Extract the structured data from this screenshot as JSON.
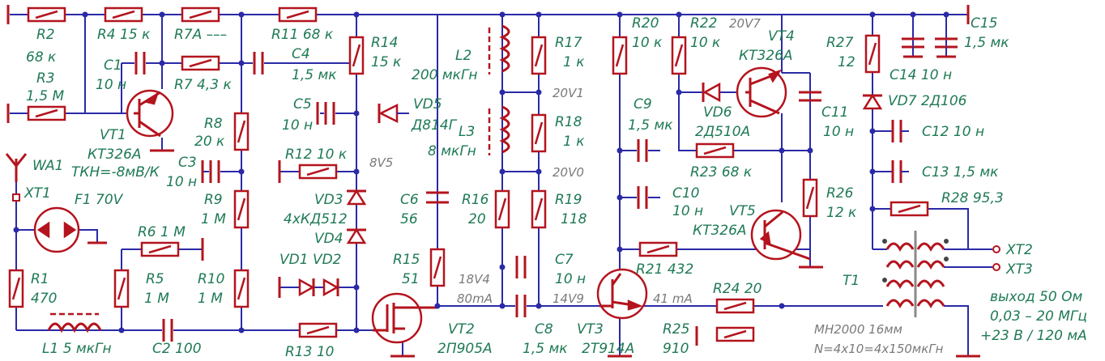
{
  "labels": [
    {
      "id": "R2",
      "t": "R2"
    },
    {
      "id": "R2v",
      "t": "68 к"
    },
    {
      "id": "R3",
      "t": "R3"
    },
    {
      "id": "R3v",
      "t": "1,5 М"
    },
    {
      "id": "R4",
      "t": "R4  15 к"
    },
    {
      "id": "R7A",
      "t": "R7A –––"
    },
    {
      "id": "R11",
      "t": "R11 68 к"
    },
    {
      "id": "C1",
      "t": "C1"
    },
    {
      "id": "C1v",
      "t": "10 н"
    },
    {
      "id": "R7",
      "t": "R7 4,3 к"
    },
    {
      "id": "C4",
      "t": "C4"
    },
    {
      "id": "C4v",
      "t": "1,5 мк"
    },
    {
      "id": "R8",
      "t": "R8"
    },
    {
      "id": "R8v",
      "t": "20 к"
    },
    {
      "id": "VT1",
      "t": "VT1"
    },
    {
      "id": "VT1v",
      "t": "КТ326А"
    },
    {
      "id": "TKN",
      "t": "ТКН=-8мВ/К"
    },
    {
      "id": "C3",
      "t": "C3"
    },
    {
      "id": "C3v",
      "t": "10 н"
    },
    {
      "id": "WA1",
      "t": "WA1"
    },
    {
      "id": "XT1",
      "t": "XT1"
    },
    {
      "id": "F1",
      "t": "F1  70V"
    },
    {
      "id": "R9",
      "t": "R9"
    },
    {
      "id": "R9v",
      "t": "1 М"
    },
    {
      "id": "R6",
      "t": "R6 1 М"
    },
    {
      "id": "R1",
      "t": "R1"
    },
    {
      "id": "R1v",
      "t": "470"
    },
    {
      "id": "R5",
      "t": "R5"
    },
    {
      "id": "R5v",
      "t": "1 М"
    },
    {
      "id": "R10",
      "t": "R10"
    },
    {
      "id": "R10v",
      "t": "1 М"
    },
    {
      "id": "L1",
      "t": "L1  5 мкГн"
    },
    {
      "id": "C2",
      "t": "C2 100"
    },
    {
      "id": "R13",
      "t": "R13 10"
    },
    {
      "id": "R14",
      "t": "R14"
    },
    {
      "id": "R14v",
      "t": "15 к"
    },
    {
      "id": "C5",
      "t": "C5"
    },
    {
      "id": "C5v",
      "t": "10 н"
    },
    {
      "id": "VD5",
      "t": "VD5"
    },
    {
      "id": "VD5v",
      "t": "Д814Г"
    },
    {
      "id": "R12",
      "t": "R12  10 к"
    },
    {
      "id": "VD3",
      "t": "VD3"
    },
    {
      "id": "VD34",
      "t": "4хКД512"
    },
    {
      "id": "VD4",
      "t": "VD4"
    },
    {
      "id": "VD12",
      "t": "VD1  VD2"
    },
    {
      "id": "L2",
      "t": "L2"
    },
    {
      "id": "L2v",
      "t": "200 мкГн"
    },
    {
      "id": "L3",
      "t": "L3"
    },
    {
      "id": "L3v",
      "t": "8 мкГн"
    },
    {
      "id": "R17",
      "t": "R17"
    },
    {
      "id": "R17v",
      "t": "1 к"
    },
    {
      "id": "R18",
      "t": "R18"
    },
    {
      "id": "R18v",
      "t": "1 к"
    },
    {
      "id": "C6",
      "t": "C6"
    },
    {
      "id": "C6v",
      "t": "56"
    },
    {
      "id": "R16",
      "t": "R16"
    },
    {
      "id": "R16v",
      "t": "20"
    },
    {
      "id": "R19",
      "t": "R19"
    },
    {
      "id": "R19v",
      "t": "118"
    },
    {
      "id": "R15",
      "t": "R15"
    },
    {
      "id": "R15v",
      "t": "51"
    },
    {
      "id": "C7",
      "t": "C7"
    },
    {
      "id": "C7v",
      "t": "10 н"
    },
    {
      "id": "C8",
      "t": "C8"
    },
    {
      "id": "C8v",
      "t": "1,5 мк"
    },
    {
      "id": "VT2",
      "t": "VT2"
    },
    {
      "id": "VT2v",
      "t": "2П905А"
    },
    {
      "id": "VT3",
      "t": "VT3"
    },
    {
      "id": "VT3v",
      "t": "2Т914А"
    },
    {
      "id": "R20",
      "t": "R20"
    },
    {
      "id": "R20v",
      "t": "10 к"
    },
    {
      "id": "R22",
      "t": "R22"
    },
    {
      "id": "R22v",
      "t": "10 к"
    },
    {
      "id": "VT4",
      "t": "VT4"
    },
    {
      "id": "VT4v",
      "t": "КТ326А"
    },
    {
      "id": "C9",
      "t": "C9"
    },
    {
      "id": "C9v",
      "t": "1,5 мк"
    },
    {
      "id": "VD6",
      "t": "VD6"
    },
    {
      "id": "VD6v",
      "t": "2Д510А"
    },
    {
      "id": "C11",
      "t": "C11"
    },
    {
      "id": "C11v",
      "t": "10 н"
    },
    {
      "id": "R23",
      "t": "R23 68 к"
    },
    {
      "id": "C10",
      "t": "C10"
    },
    {
      "id": "C10v",
      "t": "10 н"
    },
    {
      "id": "VT5",
      "t": "VT5"
    },
    {
      "id": "VT5v",
      "t": "КТ326А"
    },
    {
      "id": "R26",
      "t": "R26"
    },
    {
      "id": "R26v",
      "t": "12 к"
    },
    {
      "id": "R21",
      "t": "R21  432"
    },
    {
      "id": "R24",
      "t": "R24  20"
    },
    {
      "id": "R25",
      "t": "R25"
    },
    {
      "id": "R25v",
      "t": "910"
    },
    {
      "id": "R27",
      "t": "R27"
    },
    {
      "id": "R27v",
      "t": "12"
    },
    {
      "id": "C14",
      "t": "C14  10 н"
    },
    {
      "id": "VD7",
      "t": "VD7 2Д106"
    },
    {
      "id": "C12",
      "t": "C12 10 н"
    },
    {
      "id": "C13",
      "t": "C13 1,5 мк"
    },
    {
      "id": "C15",
      "t": "C15"
    },
    {
      "id": "C15v",
      "t": "1,5 мк"
    },
    {
      "id": "R28",
      "t": "R28  95,3"
    },
    {
      "id": "XT2",
      "t": "XT2"
    },
    {
      "id": "XT3",
      "t": "XT3"
    },
    {
      "id": "T1",
      "t": "T1"
    },
    {
      "id": "OUT1",
      "t": "выход  50 Ом"
    },
    {
      "id": "OUT2",
      "t": "0,03 – 20 МГц"
    },
    {
      "id": "OUT3",
      "t": "+23 В / 120 мА"
    }
  ],
  "notes": [
    {
      "id": "N20V7",
      "t": "20V7"
    },
    {
      "id": "N20V1",
      "t": "20V1"
    },
    {
      "id": "N20V0",
      "t": "20V0"
    },
    {
      "id": "N8V5",
      "t": "8V5"
    },
    {
      "id": "N18V4",
      "t": "18V4"
    },
    {
      "id": "N80mA",
      "t": "80mA"
    },
    {
      "id": "N14V9",
      "t": "14V9"
    },
    {
      "id": "N41mA",
      "t": "41 mA"
    },
    {
      "id": "NMN",
      "t": "МН2000 16мм"
    },
    {
      "id": "NN",
      "t": "N=4х10=4х150мкГн"
    }
  ]
}
